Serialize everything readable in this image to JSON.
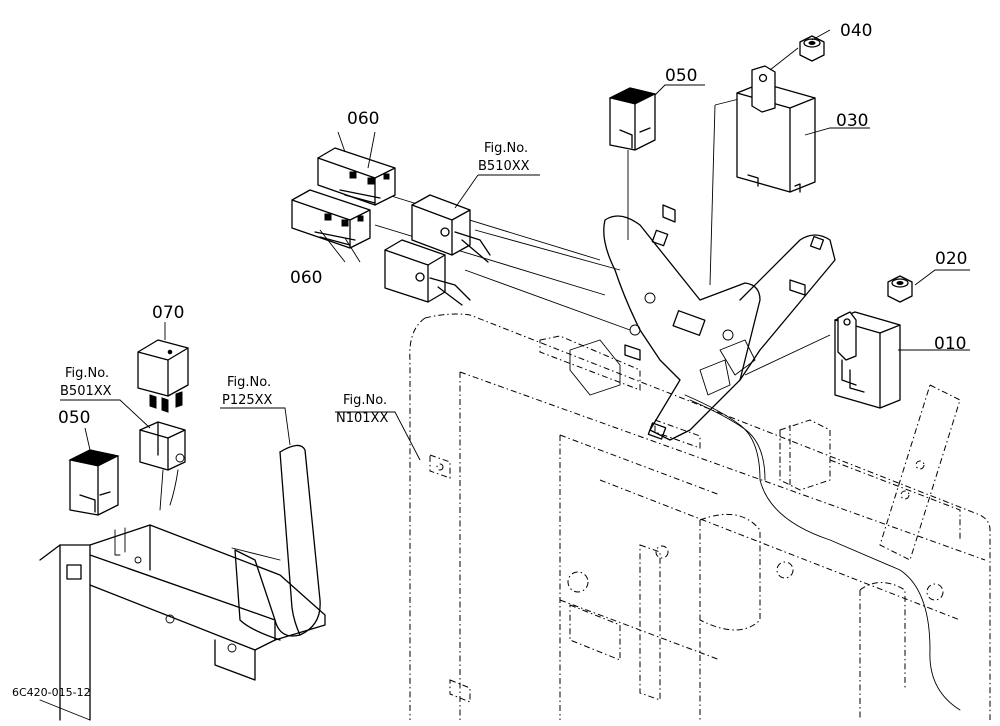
{
  "parts": {
    "p010": "010",
    "p020": "020",
    "p030": "030",
    "p040": "040",
    "p050_top": "050",
    "p050_left": "050",
    "p060_top": "060",
    "p060_bottom": "060",
    "p070": "070"
  },
  "figure_refs": {
    "b510": {
      "line1": "Fig.No.",
      "line2": "B510XX"
    },
    "b501": {
      "line1": "Fig.No.",
      "line2": "B501XX"
    },
    "p125": {
      "line1": "Fig.No.",
      "line2": "P125XX"
    },
    "n101": {
      "line1": "Fig.No.",
      "line2": "N101XX"
    }
  },
  "drawing_code": "6C420-015-12"
}
